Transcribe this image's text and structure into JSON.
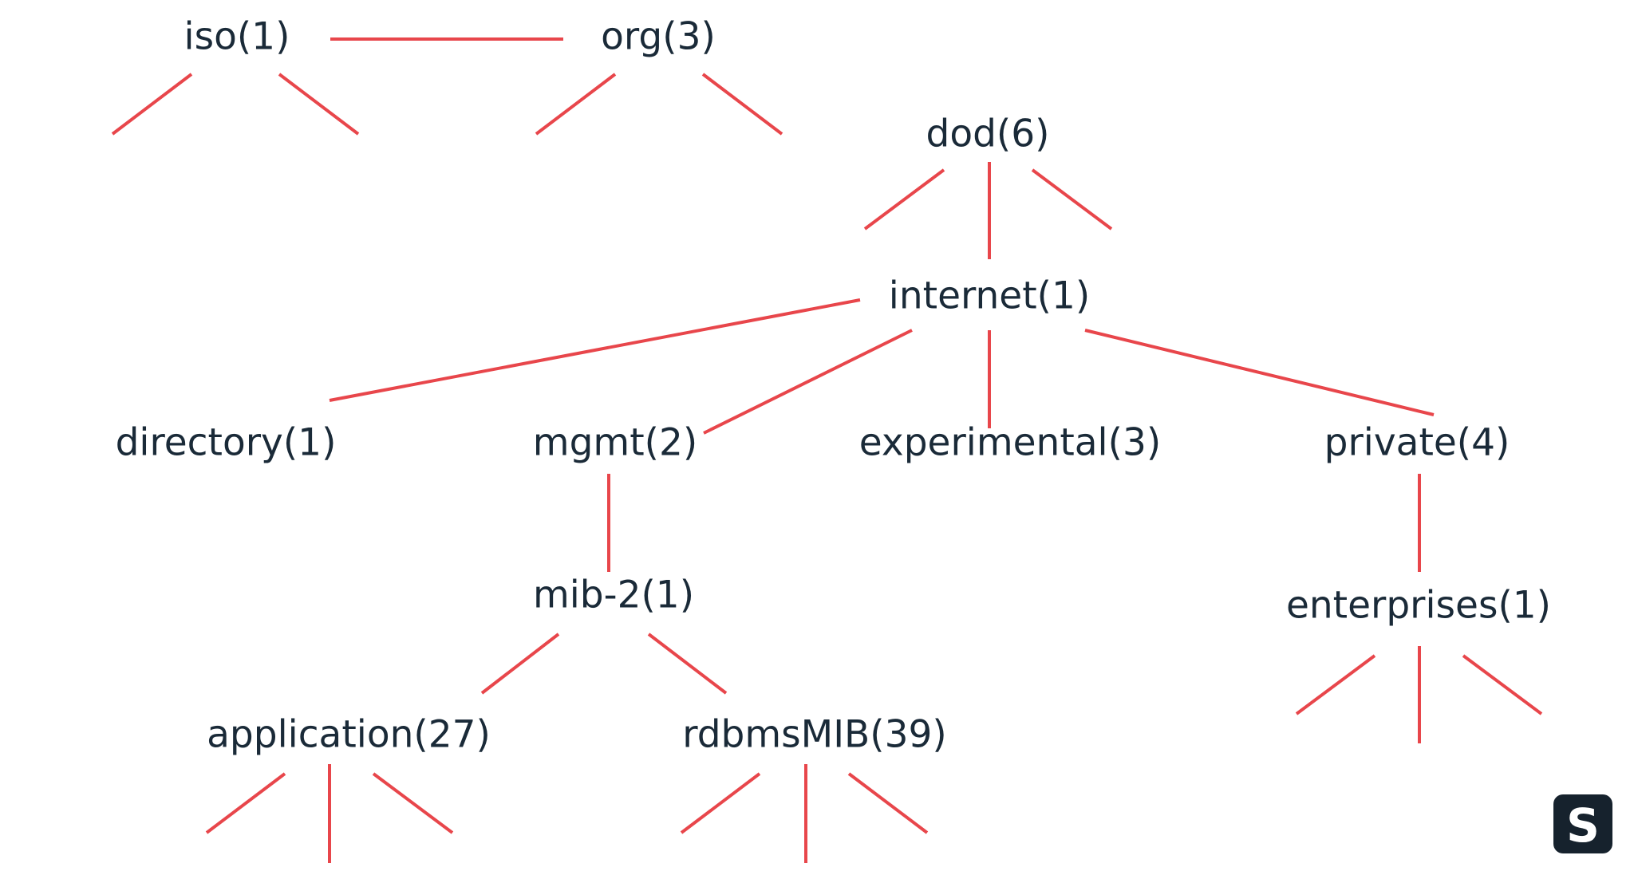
{
  "nodes": {
    "iso": "iso(1)",
    "org": "org(3)",
    "dod": "dod(6)",
    "internet": "internet(1)",
    "directory": "directory(1)",
    "mgmt": "mgmt(2)",
    "experimental": "experimental(3)",
    "private": "private(4)",
    "mib2": "mib-2(1)",
    "enterprises": "enterprises(1)",
    "application": "application(27)",
    "rdbmsmib": "rdbmsMIB(39)"
  },
  "brand": {
    "letter": "S"
  },
  "colors": {
    "edge": "#e8464b",
    "text": "#1a2a38",
    "brand_bg": "#16222d"
  }
}
